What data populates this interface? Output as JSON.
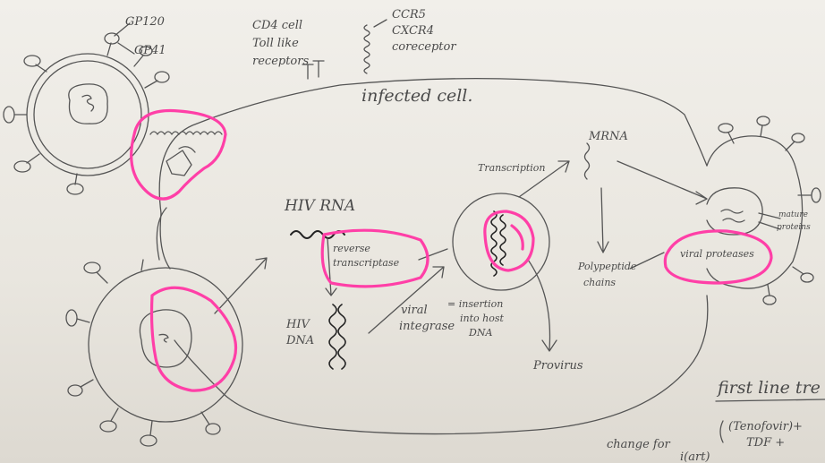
{
  "colors": {
    "ink": "#555555",
    "highlight": "#ff3fa7",
    "paper": "#ece9e3"
  },
  "labels": {
    "gp120": "GP120",
    "gp41": "GP41",
    "cd4_line1": "CD4 cell",
    "cd4_line2": "Toll like",
    "cd4_line3": "receptors",
    "ccr5": "CCR5",
    "cxcr4": "CXCR4",
    "coreceptor": "coreceptor",
    "infected_cell": "infected cell.",
    "hiv_rna": "HIV RNA",
    "rt_line1": "reverse",
    "rt_line2": "transcriptase",
    "hiv_dna_line1": "HIV",
    "hiv_dna_line2": "DNA",
    "integrase_line1": "viral",
    "integrase_line2": "integrase",
    "insertion_line1": "= insertion",
    "insertion_line2": "into host",
    "insertion_line3": "DNA",
    "transcription": "Transcription",
    "mrna": "MRNA",
    "polypeptide_line1": "Polypeptide",
    "polypeptide_line2": "chains",
    "viral_proteases": "viral proteases",
    "mature_line1": "mature",
    "mature_line2": "proteins",
    "provirus": "Provirus",
    "first_line": "first line tre",
    "tenofovir": "(Tenofovir)+",
    "tdf": "TDF      +",
    "change_for": "change for",
    "bottom_partial": "i(art)"
  }
}
